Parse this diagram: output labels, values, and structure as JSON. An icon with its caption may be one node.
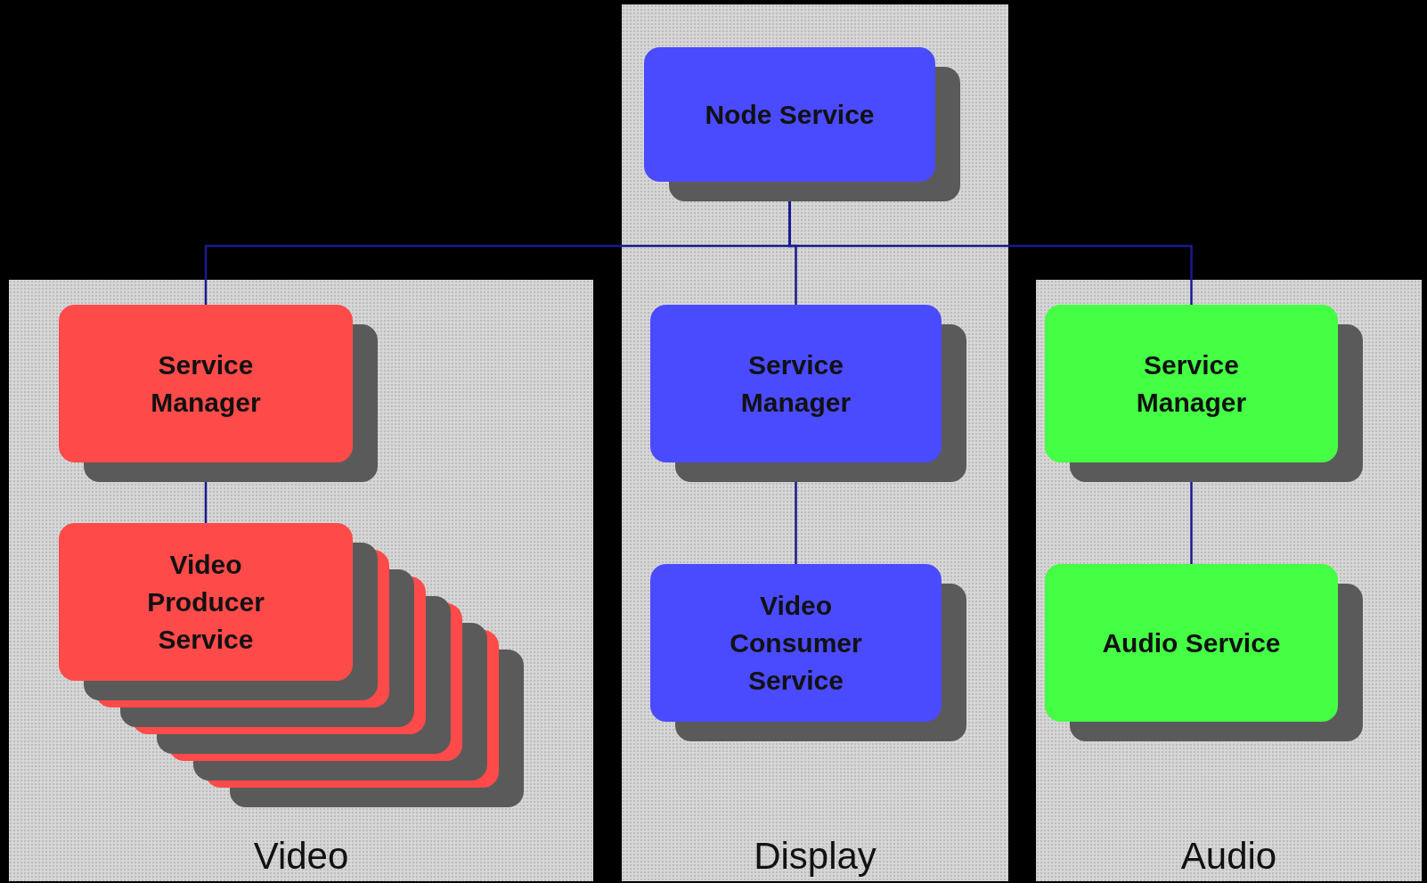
{
  "diagram": {
    "nodes": [
      {
        "text": [
          "Video"
        ]
      },
      {
        "text": [
          "Display"
        ]
      },
      {
        "text": [
          "Audio"
        ]
      },
      {
        "text": [
          "Node Service"
        ],
        "in": 1
      },
      {
        "text": [
          "Service Manager"
        ],
        "in": 0
      },
      {
        "text": [
          "Video Producer Service"
        ],
        "in": 0
      },
      {
        "text": [
          "Service Manager"
        ],
        "in": 1
      },
      {
        "text": [
          "Video Consumer Service"
        ],
        "in": 1
      },
      {
        "text": [
          "Service Manager"
        ],
        "in": 2
      },
      {
        "text": [
          "Audio Service"
        ],
        "in": 2
      }
    ],
    "edges": [
      {
        "from": 3,
        "to": 4,
        "arrow": "none"
      },
      {
        "from": 3,
        "to": 6,
        "arrow": "none"
      },
      {
        "from": 3,
        "to": 8,
        "arrow": "none"
      },
      {
        "from": 4,
        "to": 5,
        "arrow": "none"
      },
      {
        "from": 6,
        "to": 7,
        "arrow": "none"
      },
      {
        "from": 8,
        "to": 9,
        "arrow": "none"
      }
    ]
  }
}
